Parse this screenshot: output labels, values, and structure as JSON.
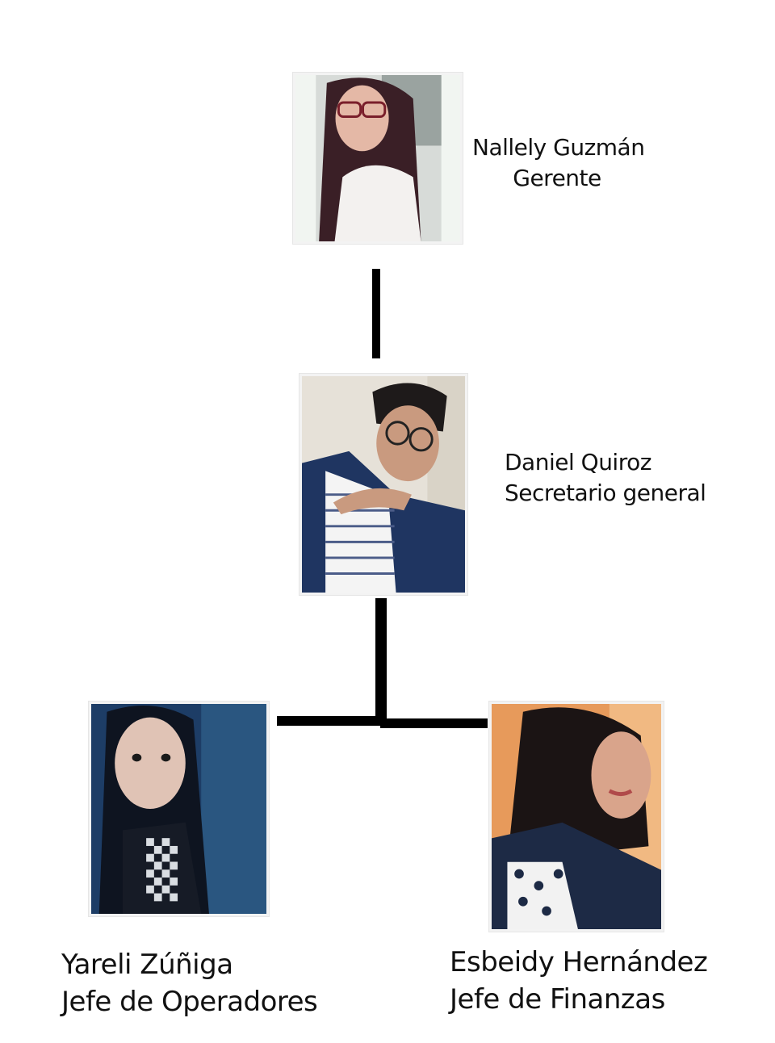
{
  "nodes": {
    "top": {
      "name": "Nallely Guzmán",
      "role": "Gerente"
    },
    "middle": {
      "name": "Daniel Quiroz",
      "role": "Secretario general"
    },
    "left": {
      "name": "Yareli Zúñiga",
      "role": "Jefe de Operadores"
    },
    "right": {
      "name": "Esbeidy Hernández",
      "role": "Jefe de Finanzas"
    }
  }
}
